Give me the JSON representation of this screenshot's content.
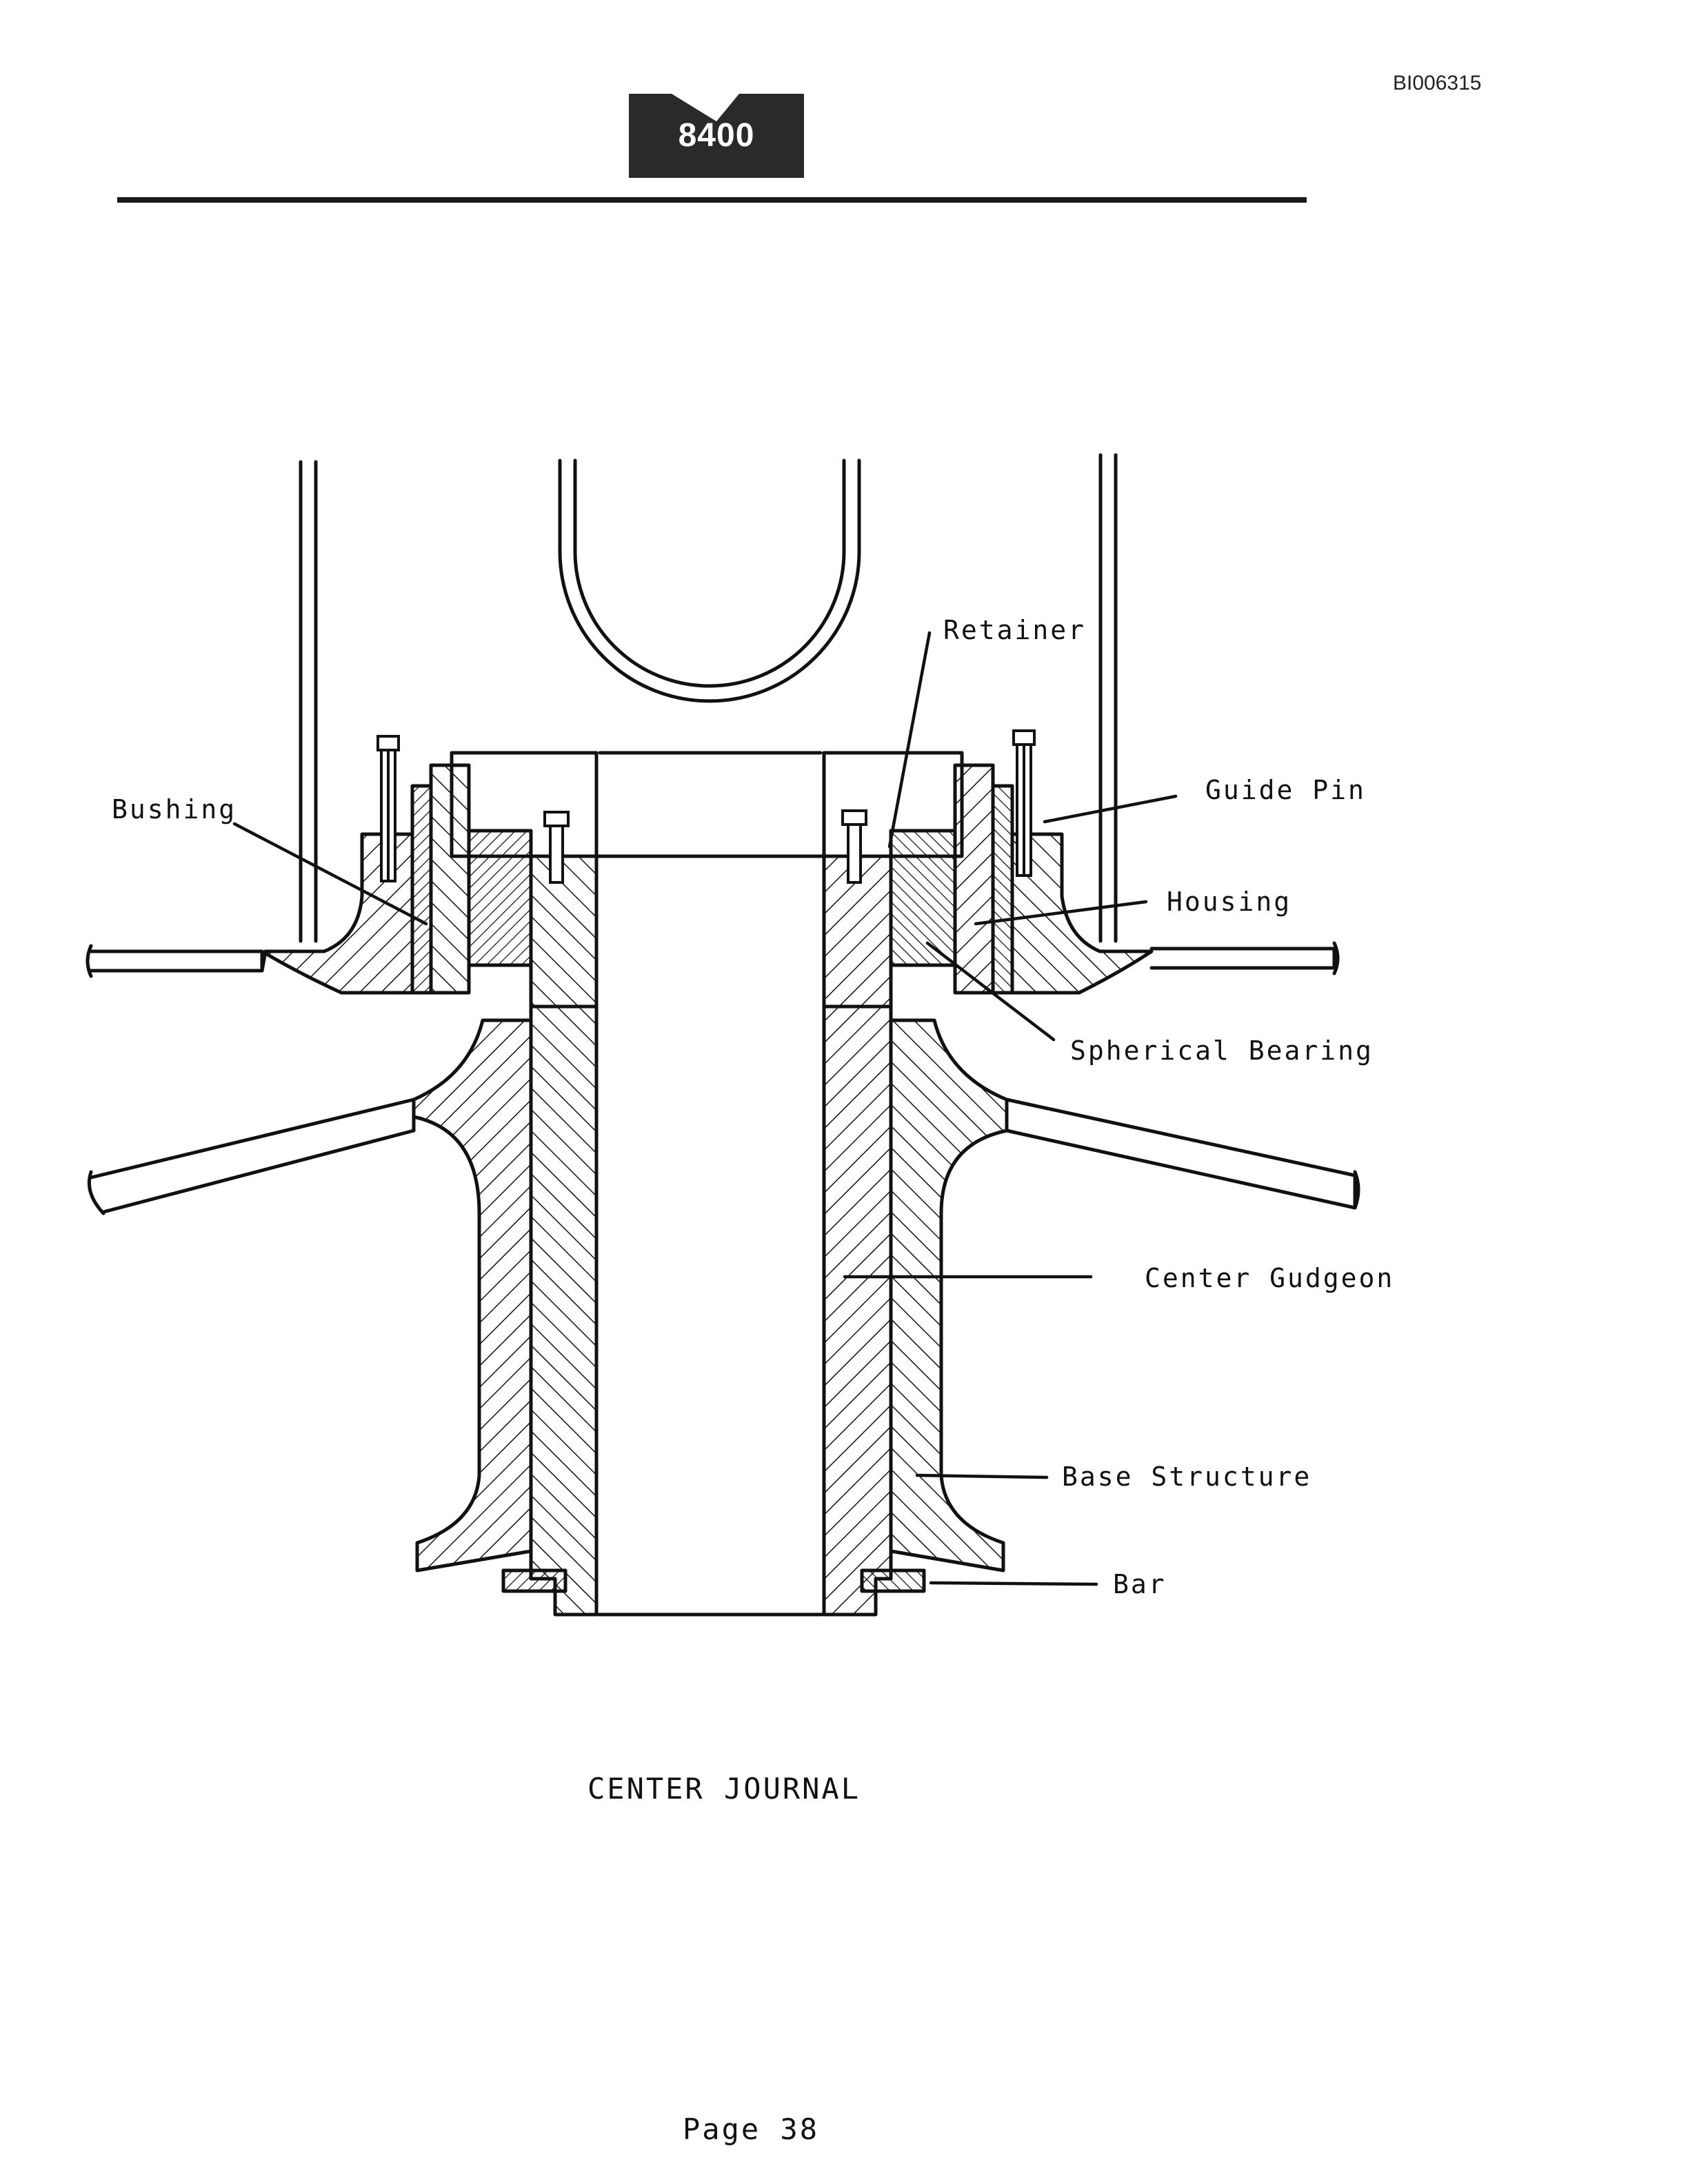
{
  "header": {
    "doc_id": "BI006315",
    "logo_text": "8400"
  },
  "diagram": {
    "labels": {
      "retainer": "Retainer",
      "bushing": "Bushing",
      "guide_pin": "Guide Pin",
      "housing": "Housing",
      "spherical_bearing": "Spherical Bearing",
      "center_gudgeon": "Center Gudgeon",
      "base_structure": "Base Structure",
      "bar": "Bar"
    }
  },
  "caption": "CENTER JOURNAL",
  "footer": {
    "page": "Page 38"
  },
  "colors": {
    "ink": "#111111",
    "paper": "#ffffff",
    "logo_fill": "#2a2a2a"
  }
}
